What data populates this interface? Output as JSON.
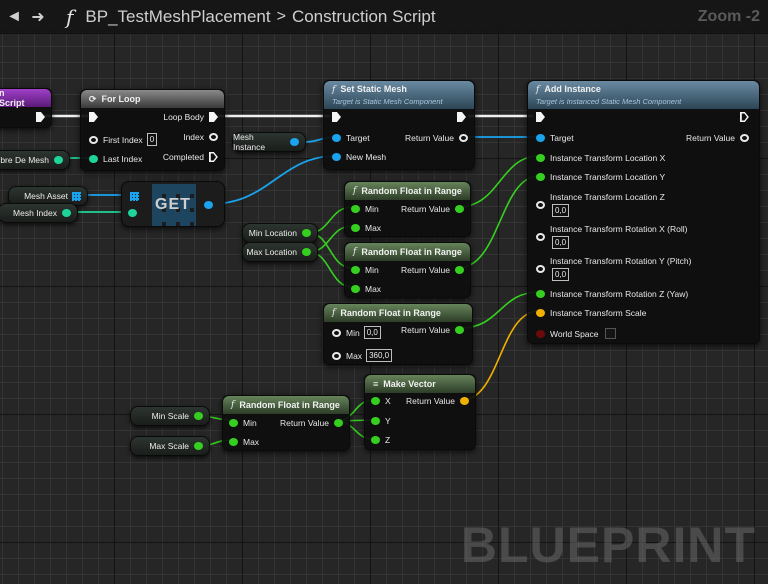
{
  "topbar": {
    "back_icon": "arrow-left",
    "forward_icon": "arrow-right",
    "function_icon": "f",
    "blueprint_name": "BP_TestMeshPlacement",
    "separator": ">",
    "graph_name": "Construction Script",
    "zoom_label": "Zoom -2"
  },
  "watermark": "BLUEPRINT",
  "colors": {
    "float_pin": "#35d01f",
    "object_pin": "#1aa3ee",
    "int_pin": "#1fd49a",
    "vector_pin": "#f0b000",
    "bool_pin": "#8a0e0e",
    "exec_pin": "#f4f4f4"
  },
  "nodes": {
    "construction_script": {
      "title": "n Script"
    },
    "for_loop": {
      "title": "For Loop",
      "icon": "loop-icon",
      "inputs": [
        {
          "label": "First Index",
          "value": "0"
        },
        {
          "label": "Last Index"
        }
      ],
      "outputs": [
        {
          "label": "Loop Body"
        },
        {
          "label": "Index"
        },
        {
          "label": "Completed"
        }
      ]
    },
    "set_static_mesh": {
      "title": "Set Static Mesh",
      "subtitle": "Target is Static Mesh Component",
      "inputs": [
        {
          "label": "Target"
        },
        {
          "label": "New Mesh"
        }
      ],
      "outputs": [
        {
          "label": "Return Value"
        }
      ]
    },
    "add_instance": {
      "title": "Add Instance",
      "subtitle": "Target is Instanced Static Mesh Component",
      "inputs": [
        {
          "label": "Target"
        },
        {
          "label": "Instance Transform Location X"
        },
        {
          "label": "Instance Transform Location Y"
        },
        {
          "label": "Instance Transform Location Z",
          "value": "0,0"
        },
        {
          "label": "Instance Transform Rotation X (Roll)",
          "value": "0,0"
        },
        {
          "label": "Instance Transform Rotation Y (Pitch)",
          "value": "0,0"
        },
        {
          "label": "Instance Transform Rotation Z (Yaw)"
        },
        {
          "label": "Instance Transform Scale"
        },
        {
          "label": "World Space",
          "checked": false
        }
      ],
      "outputs": [
        {
          "label": "Return Value"
        }
      ]
    },
    "get": {
      "label": "GET"
    },
    "random_float_1": {
      "title": "Random Float in Range",
      "min": "Min",
      "max": "Max",
      "ret": "Return Value"
    },
    "random_float_2": {
      "title": "Random Float in Range",
      "min": "Min",
      "max": "Max",
      "ret": "Return Value"
    },
    "random_float_yaw": {
      "title": "Random Float in Range",
      "min": "Min",
      "min_value": "0,0",
      "max": "Max",
      "max_value": "360,0",
      "ret": "Return Value"
    },
    "random_float_scale": {
      "title": "Random Float in Range",
      "min": "Min",
      "max": "Max",
      "ret": "Return Value"
    },
    "make_vector": {
      "title": "Make Vector",
      "x": "X",
      "y": "Y",
      "z": "Z",
      "ret": "Return Value"
    }
  },
  "variables": {
    "nombre_de_mesh": "mbre De Mesh",
    "mesh_asset": "Mesh Asset",
    "mesh_index": "Mesh Index",
    "mesh_instance": "Mesh Instance",
    "min_location": "Min Location",
    "max_location": "Max Location",
    "min_scale": "Min Scale",
    "max_scale": "Max Scale"
  }
}
